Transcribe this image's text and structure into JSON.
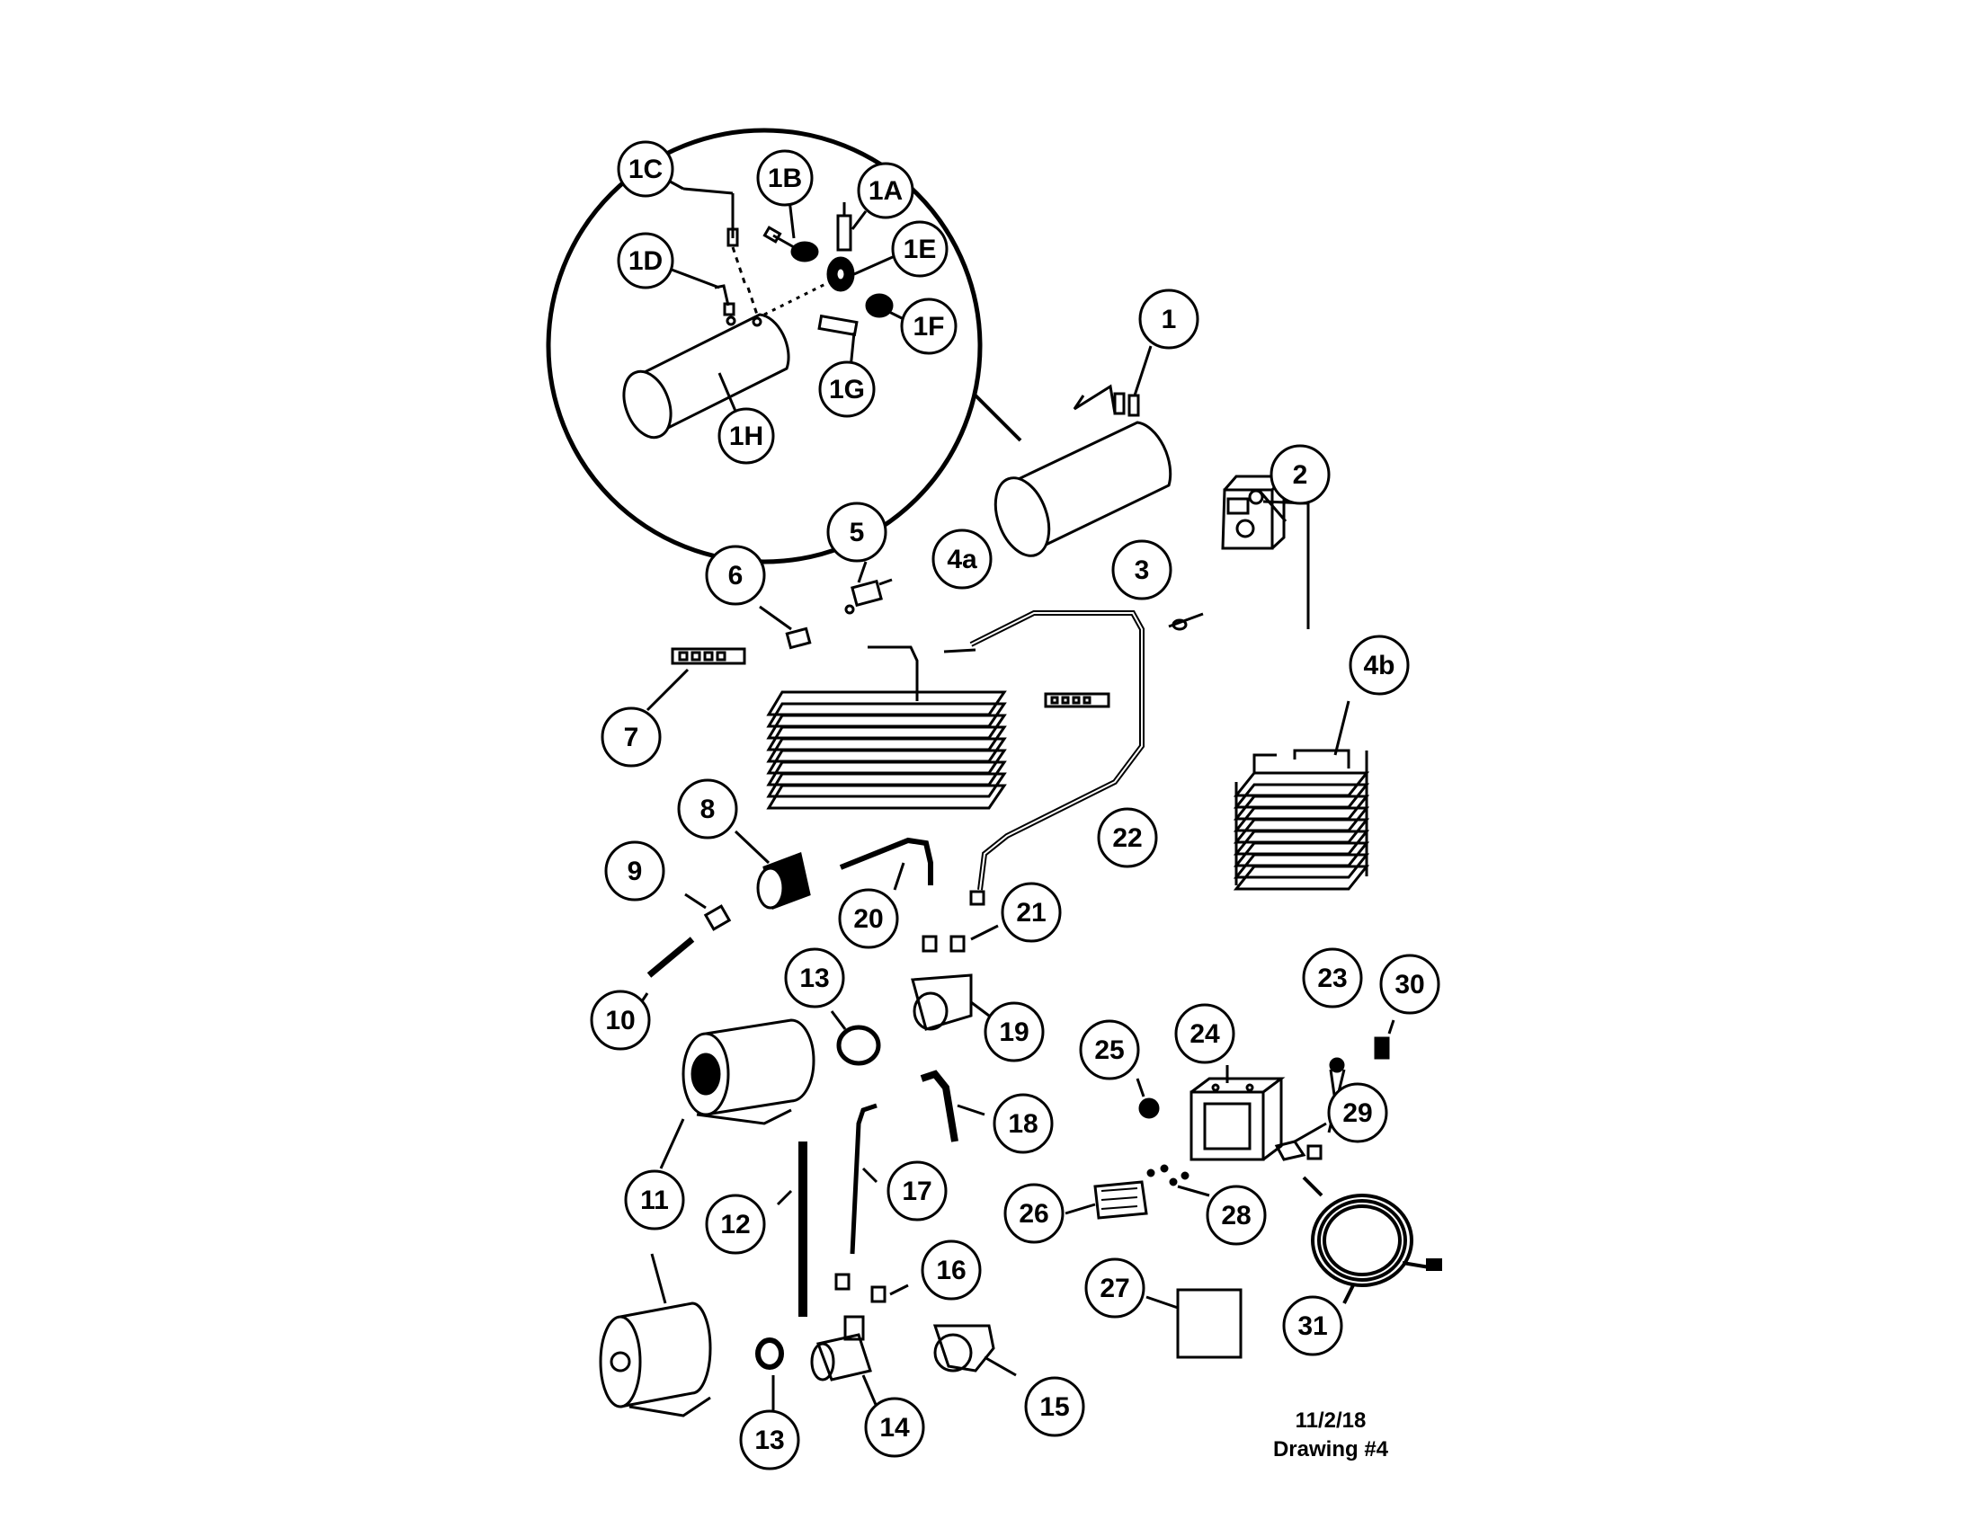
{
  "callouts": [
    {
      "id": "1",
      "label": "1"
    },
    {
      "id": "1A",
      "label": "1A"
    },
    {
      "id": "1B",
      "label": "1B"
    },
    {
      "id": "1C",
      "label": "1C"
    },
    {
      "id": "1D",
      "label": "1D"
    },
    {
      "id": "1E",
      "label": "1E"
    },
    {
      "id": "1F",
      "label": "1F"
    },
    {
      "id": "1G",
      "label": "1G"
    },
    {
      "id": "1H",
      "label": "1H"
    },
    {
      "id": "2",
      "label": "2"
    },
    {
      "id": "3",
      "label": "3"
    },
    {
      "id": "4a",
      "label": "4a"
    },
    {
      "id": "4b",
      "label": "4b"
    },
    {
      "id": "5",
      "label": "5"
    },
    {
      "id": "6",
      "label": "6"
    },
    {
      "id": "7",
      "label": "7"
    },
    {
      "id": "8",
      "label": "8"
    },
    {
      "id": "9",
      "label": "9"
    },
    {
      "id": "10",
      "label": "10"
    },
    {
      "id": "11",
      "label": "11"
    },
    {
      "id": "12",
      "label": "12"
    },
    {
      "id": "13a",
      "label": "13"
    },
    {
      "id": "13b",
      "label": "13"
    },
    {
      "id": "14",
      "label": "14"
    },
    {
      "id": "15",
      "label": "15"
    },
    {
      "id": "16",
      "label": "16"
    },
    {
      "id": "17",
      "label": "17"
    },
    {
      "id": "18",
      "label": "18"
    },
    {
      "id": "19",
      "label": "19"
    },
    {
      "id": "20",
      "label": "20"
    },
    {
      "id": "21",
      "label": "21"
    },
    {
      "id": "22",
      "label": "22"
    },
    {
      "id": "23",
      "label": "23"
    },
    {
      "id": "24",
      "label": "24"
    },
    {
      "id": "25",
      "label": "25"
    },
    {
      "id": "26",
      "label": "26"
    },
    {
      "id": "27",
      "label": "27"
    },
    {
      "id": "28",
      "label": "28"
    },
    {
      "id": "29",
      "label": "29"
    },
    {
      "id": "30",
      "label": "30"
    },
    {
      "id": "31",
      "label": "31"
    }
  ],
  "footer": {
    "date": "11/2/18",
    "drawing": "Drawing #4"
  }
}
